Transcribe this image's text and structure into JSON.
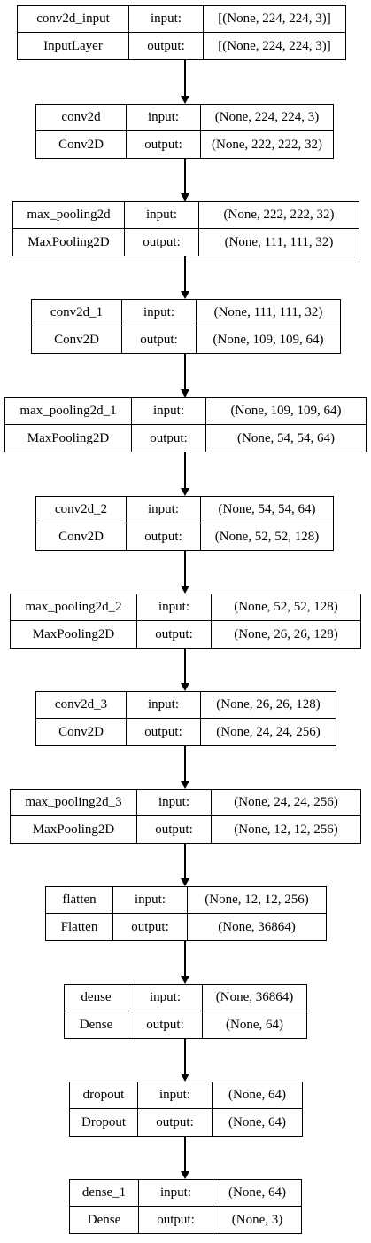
{
  "layers": [
    {
      "name": "conv2d_input",
      "type": "InputLayer",
      "input_label": "input:",
      "output_label": "output:",
      "input_shape": "[(None, 224, 224, 3)]",
      "output_shape": "[(None, 224, 224, 3)]"
    },
    {
      "name": "conv2d",
      "type": "Conv2D",
      "input_label": "input:",
      "output_label": "output:",
      "input_shape": "(None, 224, 224, 3)",
      "output_shape": "(None, 222, 222, 32)"
    },
    {
      "name": "max_pooling2d",
      "type": "MaxPooling2D",
      "input_label": "input:",
      "output_label": "output:",
      "input_shape": "(None, 222, 222, 32)",
      "output_shape": "(None, 111, 111, 32)"
    },
    {
      "name": "conv2d_1",
      "type": "Conv2D",
      "input_label": "input:",
      "output_label": "output:",
      "input_shape": "(None, 111, 111, 32)",
      "output_shape": "(None, 109, 109, 64)"
    },
    {
      "name": "max_pooling2d_1",
      "type": "MaxPooling2D",
      "input_label": "input:",
      "output_label": "output:",
      "input_shape": "(None, 109, 109, 64)",
      "output_shape": "(None, 54, 54, 64)"
    },
    {
      "name": "conv2d_2",
      "type": "Conv2D",
      "input_label": "input:",
      "output_label": "output:",
      "input_shape": "(None, 54, 54, 64)",
      "output_shape": "(None, 52, 52, 128)"
    },
    {
      "name": "max_pooling2d_2",
      "type": "MaxPooling2D",
      "input_label": "input:",
      "output_label": "output:",
      "input_shape": "(None, 52, 52, 128)",
      "output_shape": "(None, 26, 26, 128)"
    },
    {
      "name": "conv2d_3",
      "type": "Conv2D",
      "input_label": "input:",
      "output_label": "output:",
      "input_shape": "(None, 26, 26, 128)",
      "output_shape": "(None, 24, 24, 256)"
    },
    {
      "name": "max_pooling2d_3",
      "type": "MaxPooling2D",
      "input_label": "input:",
      "output_label": "output:",
      "input_shape": "(None, 24, 24, 256)",
      "output_shape": "(None, 12, 12, 256)"
    },
    {
      "name": "flatten",
      "type": "Flatten",
      "input_label": "input:",
      "output_label": "output:",
      "input_shape": "(None, 12, 12, 256)",
      "output_shape": "(None, 36864)"
    },
    {
      "name": "dense",
      "type": "Dense",
      "input_label": "input:",
      "output_label": "output:",
      "input_shape": "(None, 36864)",
      "output_shape": "(None, 64)"
    },
    {
      "name": "dropout",
      "type": "Dropout",
      "input_label": "input:",
      "output_label": "output:",
      "input_shape": "(None, 64)",
      "output_shape": "(None, 64)"
    },
    {
      "name": "dense_1",
      "type": "Dense",
      "input_label": "input:",
      "output_label": "output:",
      "input_shape": "(None, 64)",
      "output_shape": "(None, 3)"
    }
  ]
}
